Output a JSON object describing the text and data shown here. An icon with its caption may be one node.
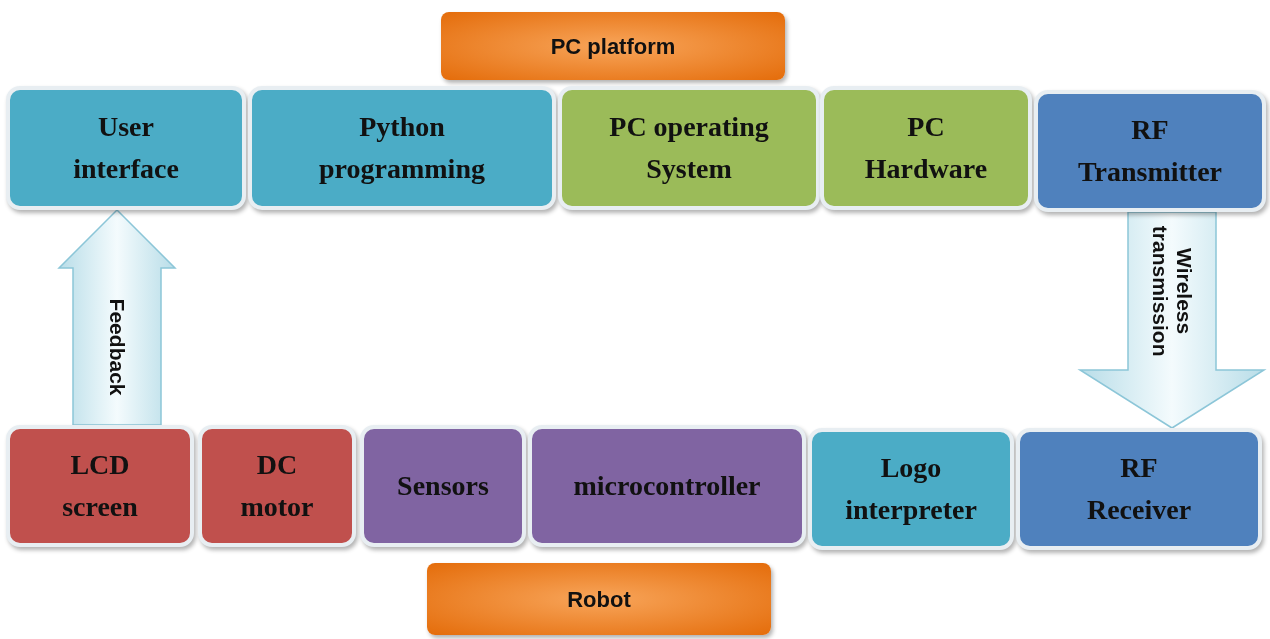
{
  "diagram": {
    "nodes": [
      {
        "text": [
          "PC platform"
        ]
      },
      {
        "text": [
          "User interface"
        ]
      },
      {
        "text": [
          "Python programming"
        ]
      },
      {
        "text": [
          "PC operating System"
        ]
      },
      {
        "text": [
          "PC Hardware"
        ]
      },
      {
        "text": [
          "RF Transmitter"
        ]
      },
      {
        "text": [
          "LCD screen"
        ]
      },
      {
        "text": [
          "DC motor"
        ]
      },
      {
        "text": [
          "Sensors"
        ]
      },
      {
        "text": [
          "microcontroller"
        ]
      },
      {
        "text": [
          "Logo interpreter"
        ]
      },
      {
        "text": [
          "RF Receiver"
        ]
      },
      {
        "text": [
          "Robot"
        ]
      }
    ],
    "edges": [
      {
        "from": 6,
        "to": 1,
        "arrow": "to",
        "label": "Feedback"
      },
      {
        "from": 5,
        "to": 11,
        "arrow": "to",
        "label": "Wireless transmission"
      }
    ]
  }
}
